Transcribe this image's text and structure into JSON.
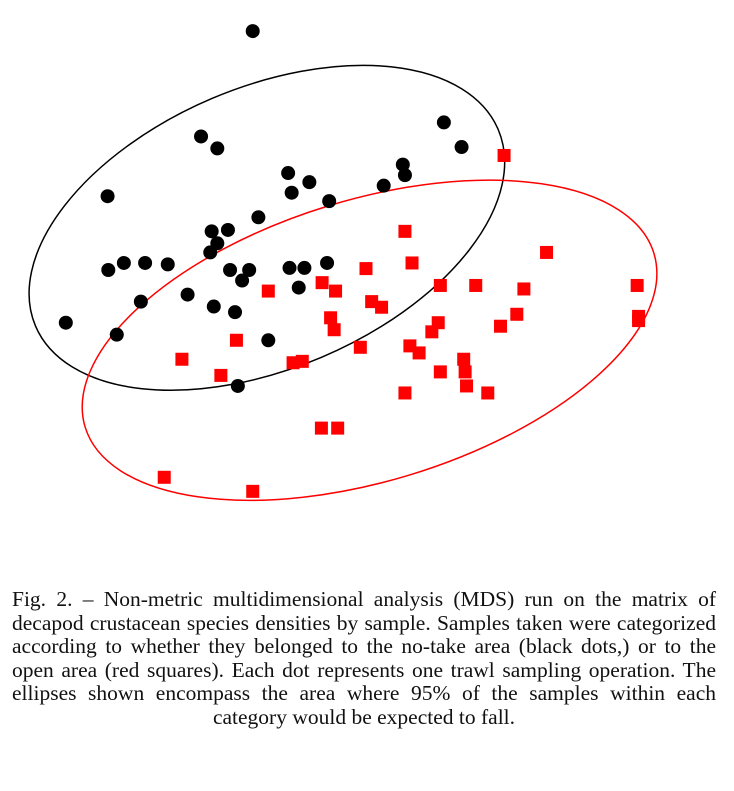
{
  "caption": "Fig. 2. – Non-metric multidimensional analysis (MDS) run on the matrix of decapod crustacean species densities by sample. Samples taken were categorized according to whether they belonged to the no-take area (black dots,) or to the open area (red squares). Each dot represents one trawl sampling operation. The ellipses shown encompass the area where 95% of the samples within each category would be expected to fall.",
  "colors": {
    "no_take": "#000000",
    "open": "#ff0000"
  },
  "chart_data": {
    "type": "scatter",
    "title": "",
    "xlabel": "",
    "ylabel": "",
    "axes_visible": false,
    "grid": false,
    "xlim": [
      0,
      10
    ],
    "ylim": [
      0,
      7.4
    ],
    "series": [
      {
        "marker": "circle",
        "color": "#000000",
        "points": [
          [
            3.4,
            7.1
          ],
          [
            6.1,
            5.8
          ],
          [
            6.35,
            5.45
          ],
          [
            2.67,
            5.6
          ],
          [
            2.9,
            5.43
          ],
          [
            3.9,
            5.08
          ],
          [
            4.2,
            4.95
          ],
          [
            5.25,
            4.9
          ],
          [
            5.55,
            5.05
          ],
          [
            5.52,
            5.2
          ],
          [
            3.95,
            4.8
          ],
          [
            1.35,
            4.75
          ],
          [
            4.48,
            4.68
          ],
          [
            3.48,
            4.45
          ],
          [
            2.82,
            4.25
          ],
          [
            3.05,
            4.27
          ],
          [
            2.9,
            4.08
          ],
          [
            2.8,
            3.95
          ],
          [
            1.58,
            3.8
          ],
          [
            1.88,
            3.8
          ],
          [
            2.2,
            3.78
          ],
          [
            1.36,
            3.7
          ],
          [
            3.08,
            3.7
          ],
          [
            3.35,
            3.7
          ],
          [
            3.92,
            3.73
          ],
          [
            4.13,
            3.73
          ],
          [
            4.45,
            3.8
          ],
          [
            3.25,
            3.55
          ],
          [
            4.05,
            3.45
          ],
          [
            2.48,
            3.35
          ],
          [
            1.82,
            3.25
          ],
          [
            2.85,
            3.18
          ],
          [
            3.15,
            3.1
          ],
          [
            0.76,
            2.95
          ],
          [
            1.48,
            2.78
          ],
          [
            3.62,
            2.7
          ],
          [
            3.19,
            2.05
          ]
        ]
      },
      {
        "marker": "square",
        "color": "#ff0000",
        "points": [
          [
            6.95,
            5.33
          ],
          [
            5.55,
            4.25
          ],
          [
            7.55,
            3.95
          ],
          [
            5.65,
            3.8
          ],
          [
            5.0,
            3.72
          ],
          [
            4.38,
            3.52
          ],
          [
            6.05,
            3.48
          ],
          [
            6.55,
            3.48
          ],
          [
            7.23,
            3.43
          ],
          [
            8.83,
            3.48
          ],
          [
            3.62,
            3.4
          ],
          [
            4.57,
            3.4
          ],
          [
            5.08,
            3.25
          ],
          [
            5.22,
            3.17
          ],
          [
            7.13,
            3.07
          ],
          [
            8.85,
            3.04
          ],
          [
            4.5,
            3.02
          ],
          [
            6.02,
            2.95
          ],
          [
            6.9,
            2.9
          ],
          [
            8.85,
            2.98
          ],
          [
            4.55,
            2.85
          ],
          [
            5.93,
            2.82
          ],
          [
            3.17,
            2.7
          ],
          [
            4.92,
            2.6
          ],
          [
            5.62,
            2.62
          ],
          [
            5.75,
            2.52
          ],
          [
            6.38,
            2.43
          ],
          [
            2.4,
            2.43
          ],
          [
            4.1,
            2.4
          ],
          [
            3.97,
            2.38
          ],
          [
            6.4,
            2.25
          ],
          [
            6.05,
            2.25
          ],
          [
            6.42,
            2.05
          ],
          [
            2.95,
            2.2
          ],
          [
            5.55,
            1.95
          ],
          [
            6.72,
            1.95
          ],
          [
            4.37,
            1.45
          ],
          [
            4.6,
            1.45
          ],
          [
            2.15,
            0.75
          ],
          [
            3.4,
            0.55
          ]
        ]
      }
    ],
    "ellipses": [
      {
        "color": "#000000",
        "center": [
          3.6,
          4.3
        ],
        "semi_axes": [
          3.55,
          2.0
        ],
        "angle_deg": 23
      },
      {
        "color": "#ff0000",
        "center": [
          5.05,
          2.7
        ],
        "semi_axes": [
          4.2,
          2.0
        ],
        "angle_deg": 17
      }
    ]
  }
}
